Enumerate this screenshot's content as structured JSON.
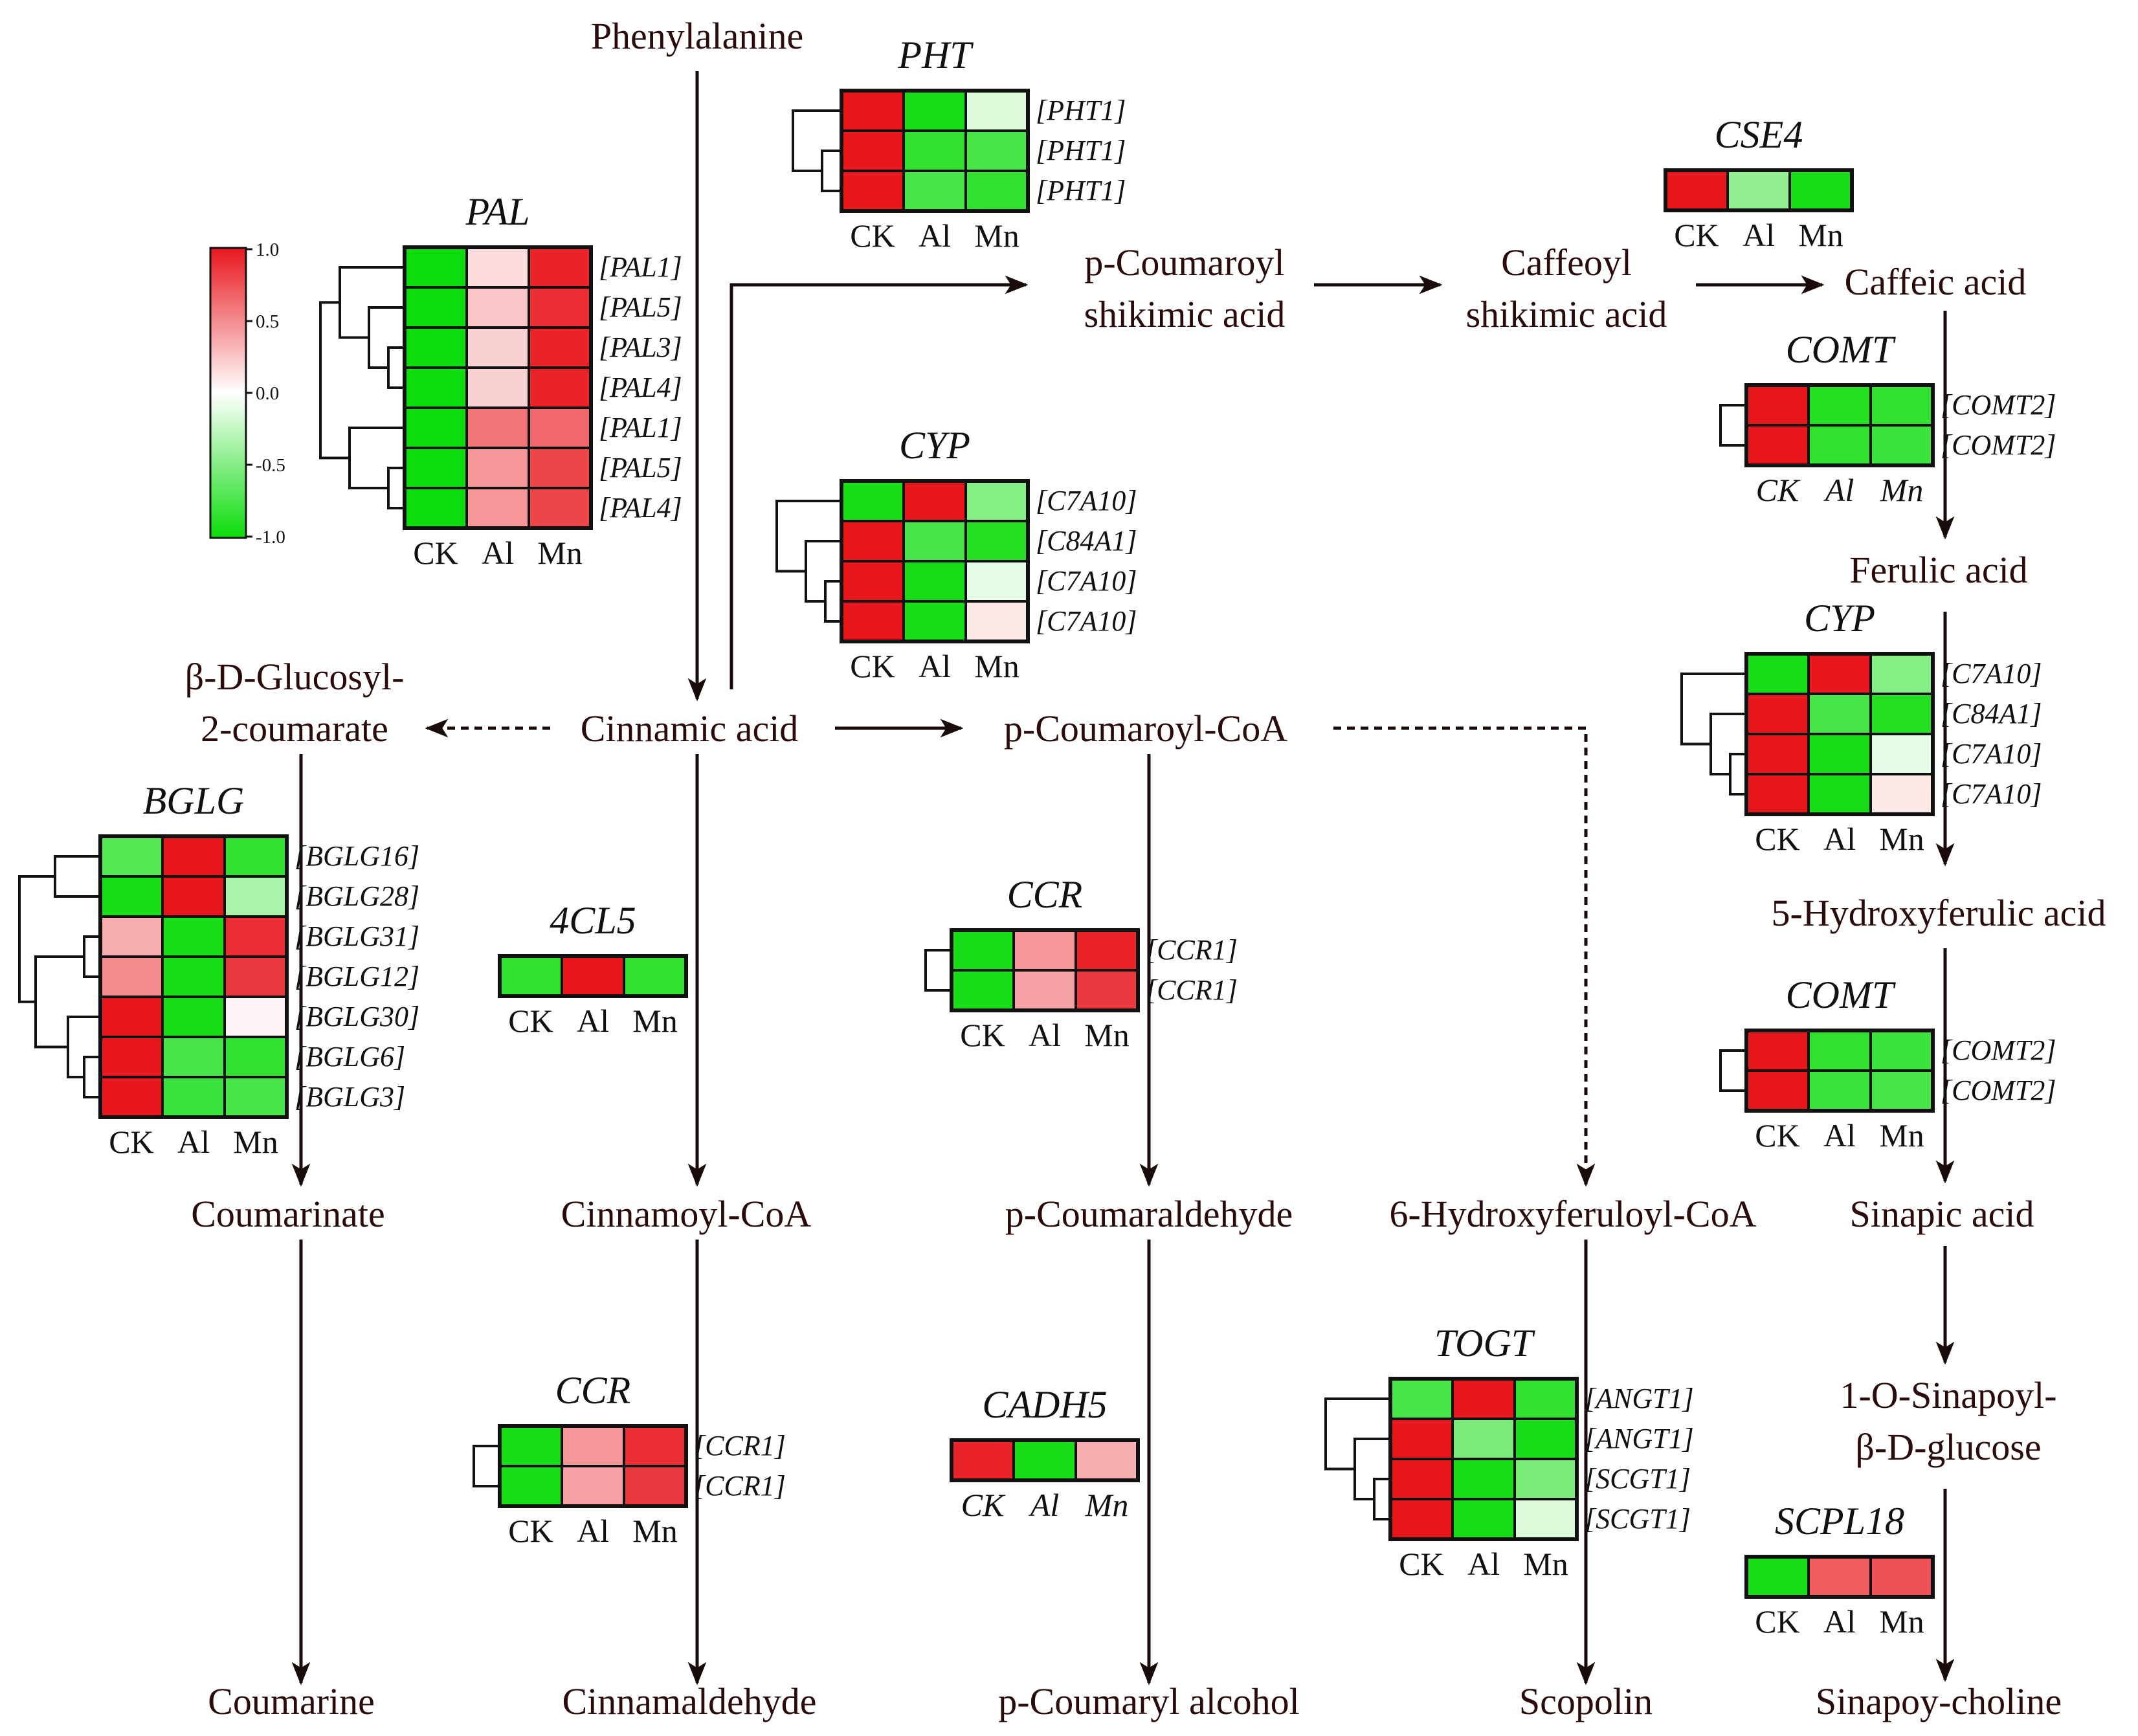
{
  "metabolites": {
    "phenylalanine": "Phenylalanine",
    "cinnamic_acid": "Cinnamic acid",
    "glucosyl_coumarate_line1": "β-D-Glucosyl-",
    "glucosyl_coumarate_line2": "2-coumarate",
    "coumaroyl_shikimic_line1": "p-Coumaroyl",
    "coumaroyl_shikimic_line2": "shikimic acid",
    "caffeoyl_shikimic_line1": "Caffeoyl",
    "caffeoyl_shikimic_line2": "shikimic acid",
    "caffeic_acid": "Caffeic acid",
    "ferulic_acid": "Ferulic acid",
    "hydroxyferulic_acid": "5-Hydroxyferulic acid",
    "sinapic_acid": "Sinapic acid",
    "sinapoyl_glucose_line1": "1-O-Sinapoyl-",
    "sinapoyl_glucose_line2": "β-D-glucose",
    "sinapoyl_choline": "Sinapoy-choline",
    "coumaroyl_coa": "p-Coumaroyl-CoA",
    "coumaraldehyde": "p-Coumaraldehyde",
    "coumaryl_alcohol": "p-Coumaryl alcohol",
    "hydroxyferuloyl_coa": "6-Hydroxyferuloyl-CoA",
    "scopolin": "Scopolin",
    "coumarinate": "Coumarinate",
    "coumarine": "Coumarine",
    "cinnamoyl_coa": "Cinnamoyl-CoA",
    "cinnamaldehyde": "Cinnamaldehyde"
  },
  "color_scale": {
    "max_label": "1.0",
    "mid_high_label": "0.5",
    "mid_label": "0.0",
    "mid_low_label": "-0.5",
    "min_label": "-1.0",
    "high_color": "#e8171d",
    "mid_color": "#ffffff",
    "low_color": "#0bdc0b"
  },
  "heatmaps": [
    {
      "id": "pal",
      "title": "PAL",
      "columns": [
        "CK",
        "Al",
        "Mn"
      ],
      "italic_columns": false,
      "dendrogram": "pal",
      "rows": [
        {
          "gene": "[PAL1]",
          "values": [
            -1.0,
            0.15,
            0.95
          ]
        },
        {
          "gene": "[PAL5]",
          "values": [
            -1.0,
            0.25,
            0.9
          ]
        },
        {
          "gene": "[PAL3]",
          "values": [
            -1.0,
            0.2,
            0.95
          ]
        },
        {
          "gene": "[PAL4]",
          "values": [
            -1.0,
            0.2,
            0.95
          ]
        },
        {
          "gene": "[PAL1]",
          "values": [
            -1.0,
            0.6,
            0.65
          ]
        },
        {
          "gene": "[PAL5]",
          "values": [
            -1.0,
            0.45,
            0.8
          ]
        },
        {
          "gene": "[PAL4]",
          "values": [
            -1.0,
            0.45,
            0.8
          ]
        }
      ]
    },
    {
      "id": "pht",
      "title": "PHT",
      "columns": [
        "CK",
        "Al",
        "Mn"
      ],
      "italic_columns": false,
      "dendrogram": "three",
      "rows": [
        {
          "gene": "[PHT1]",
          "values": [
            1.0,
            -0.95,
            -0.15
          ]
        },
        {
          "gene": "[PHT1]",
          "values": [
            1.0,
            -0.85,
            -0.75
          ]
        },
        {
          "gene": "[PHT1]",
          "values": [
            1.0,
            -0.75,
            -0.85
          ]
        }
      ]
    },
    {
      "id": "cse4",
      "title": "CSE4",
      "columns": [
        "CK",
        "Al",
        "Mn"
      ],
      "italic_columns": false,
      "dendrogram": "none",
      "rows": [
        {
          "gene": "",
          "values": [
            1.0,
            -0.45,
            -0.95
          ]
        }
      ]
    },
    {
      "id": "comt_top",
      "title": "COMT",
      "columns": [
        "CK",
        "Al",
        "Mn"
      ],
      "italic_columns": true,
      "dendrogram": "two",
      "rows": [
        {
          "gene": "[COMT2]",
          "values": [
            1.0,
            -0.9,
            -0.85
          ]
        },
        {
          "gene": "[COMT2]",
          "values": [
            1.0,
            -0.85,
            -0.8
          ]
        }
      ]
    },
    {
      "id": "cyp_mid",
      "title": "CYP",
      "columns": [
        "CK",
        "Al",
        "Mn"
      ],
      "italic_columns": false,
      "dendrogram": "four",
      "rows": [
        {
          "gene": "[C7A10]",
          "values": [
            -0.95,
            1.0,
            -0.5
          ]
        },
        {
          "gene": "[C84A1]",
          "values": [
            1.0,
            -0.75,
            -0.9
          ]
        },
        {
          "gene": "[C7A10]",
          "values": [
            1.0,
            -0.95,
            -0.1
          ]
        },
        {
          "gene": "[C7A10]",
          "values": [
            1.0,
            -0.95,
            0.1
          ]
        }
      ]
    },
    {
      "id": "cyp_right",
      "title": "CYP",
      "columns": [
        "CK",
        "Al",
        "Mn"
      ],
      "italic_columns": false,
      "dendrogram": "four",
      "rows": [
        {
          "gene": "[C7A10]",
          "values": [
            -0.95,
            1.0,
            -0.5
          ]
        },
        {
          "gene": "[C84A1]",
          "values": [
            1.0,
            -0.75,
            -0.9
          ]
        },
        {
          "gene": "[C7A10]",
          "values": [
            1.0,
            -0.95,
            -0.1
          ]
        },
        {
          "gene": "[C7A10]",
          "values": [
            1.0,
            -0.95,
            0.1
          ]
        }
      ]
    },
    {
      "id": "bglg",
      "title": "BGLG",
      "columns": [
        "CK",
        "Al",
        "Mn"
      ],
      "italic_columns": false,
      "dendrogram": "bglg",
      "rows": [
        {
          "gene": "[BGLG16]",
          "values": [
            -0.7,
            1.0,
            -0.85
          ]
        },
        {
          "gene": "[BGLG28]",
          "values": [
            -0.95,
            1.0,
            -0.35
          ]
        },
        {
          "gene": "[BGLG31]",
          "values": [
            0.35,
            -0.95,
            0.9
          ]
        },
        {
          "gene": "[BGLG12]",
          "values": [
            0.5,
            -0.95,
            0.85
          ]
        },
        {
          "gene": "[BGLG30]",
          "values": [
            1.0,
            -0.95,
            0.05
          ]
        },
        {
          "gene": "[BGLG6]",
          "values": [
            1.0,
            -0.75,
            -0.85
          ]
        },
        {
          "gene": "[BGLG3]",
          "values": [
            1.0,
            -0.8,
            -0.75
          ]
        }
      ]
    },
    {
      "id": "4cl5",
      "title": "4CL5",
      "columns": [
        "CK",
        "Al",
        "Mn"
      ],
      "italic_columns": false,
      "dendrogram": "none",
      "rows": [
        {
          "gene": "",
          "values": [
            -0.85,
            1.0,
            -0.85
          ]
        }
      ]
    },
    {
      "id": "ccr_mid",
      "title": "CCR",
      "columns": [
        "CK",
        "Al",
        "Mn"
      ],
      "italic_columns": false,
      "dendrogram": "two",
      "rows": [
        {
          "gene": "[CCR1]",
          "values": [
            -0.95,
            0.45,
            0.95
          ]
        },
        {
          "gene": "[CCR1]",
          "values": [
            -0.95,
            0.4,
            0.85
          ]
        }
      ]
    },
    {
      "id": "comt_bottom",
      "title": "COMT",
      "columns": [
        "CK",
        "Al",
        "Mn"
      ],
      "italic_columns": false,
      "dendrogram": "two",
      "rows": [
        {
          "gene": "[COMT2]",
          "values": [
            1.0,
            -0.85,
            -0.8
          ]
        },
        {
          "gene": "[COMT2]",
          "values": [
            1.0,
            -0.8,
            -0.75
          ]
        }
      ]
    },
    {
      "id": "ccr_left",
      "title": "CCR",
      "columns": [
        "CK",
        "Al",
        "Mn"
      ],
      "italic_columns": false,
      "dendrogram": "two",
      "rows": [
        {
          "gene": "[CCR1]",
          "values": [
            -0.95,
            0.45,
            0.9
          ]
        },
        {
          "gene": "[CCR1]",
          "values": [
            -0.95,
            0.4,
            0.85
          ]
        }
      ]
    },
    {
      "id": "cadh5",
      "title": "CADH5",
      "columns": [
        "CK",
        "Al",
        "Mn"
      ],
      "italic_columns": true,
      "dendrogram": "none",
      "rows": [
        {
          "gene": "",
          "values": [
            0.95,
            -0.95,
            0.35
          ]
        }
      ]
    },
    {
      "id": "togt",
      "title": "TOGT",
      "columns": [
        "CK",
        "Al",
        "Mn"
      ],
      "italic_columns": false,
      "dendrogram": "four",
      "rows": [
        {
          "gene": "[ANGT1]",
          "values": [
            -0.75,
            1.0,
            -0.85
          ]
        },
        {
          "gene": "[ANGT1]",
          "values": [
            1.0,
            -0.55,
            -0.95
          ]
        },
        {
          "gene": "[SCGT1]",
          "values": [
            1.0,
            -0.95,
            -0.55
          ]
        },
        {
          "gene": "[SCGT1]",
          "values": [
            1.0,
            -0.95,
            -0.15
          ]
        }
      ]
    },
    {
      "id": "scpl18",
      "title": "SCPL18",
      "columns": [
        "CK",
        "Al",
        "Mn"
      ],
      "italic_columns": false,
      "dendrogram": "none",
      "rows": [
        {
          "gene": "",
          "values": [
            -0.95,
            0.7,
            0.75
          ]
        }
      ]
    }
  ]
}
